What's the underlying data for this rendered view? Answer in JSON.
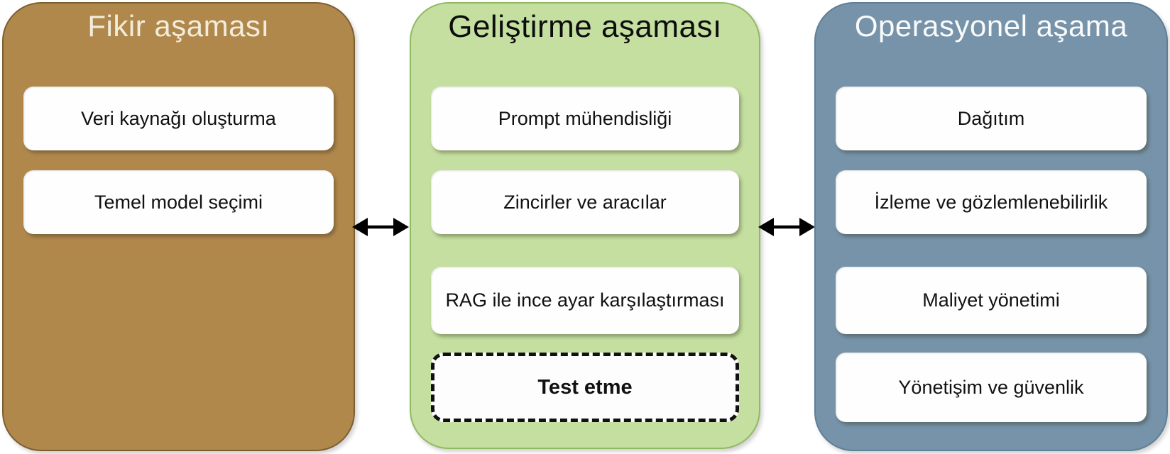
{
  "diagram": {
    "background": "#ffffff",
    "columns": [
      {
        "title": "Fikir aşaması",
        "title_color": "#f2ecdc",
        "fill": "#b1884c",
        "border": "#7d5e2e",
        "items": [
          {
            "label": "Veri kaynağı oluşturma"
          },
          {
            "label": "Temel model seçimi"
          }
        ]
      },
      {
        "title": "Geliştirme aşaması",
        "title_color": "#0d0d0d",
        "fill": "#c4df9f",
        "border": "#90ba60",
        "items": [
          {
            "label": "Prompt mühendisliği"
          },
          {
            "label": "Zincirler ve aracılar"
          },
          {
            "label": "RAG ile ince ayar karşılaştırması"
          },
          {
            "label": "Test etme",
            "emphasis": "bold-dashed"
          }
        ]
      },
      {
        "title": "Operasyonel aşama",
        "title_color": "#fafafa",
        "fill": "#7693a9",
        "border": "#5e7f97",
        "items": [
          {
            "label": "Dağıtım"
          },
          {
            "label": "İzleme ve gözlemlenebilirlik"
          },
          {
            "label": "Maliyet yönetimi"
          },
          {
            "label": "Yönetişim ve güvenlik"
          }
        ]
      }
    ],
    "connectors": [
      {
        "icon": "double-headed-arrow",
        "color": "#000000"
      },
      {
        "icon": "double-headed-arrow",
        "color": "#000000"
      }
    ]
  }
}
